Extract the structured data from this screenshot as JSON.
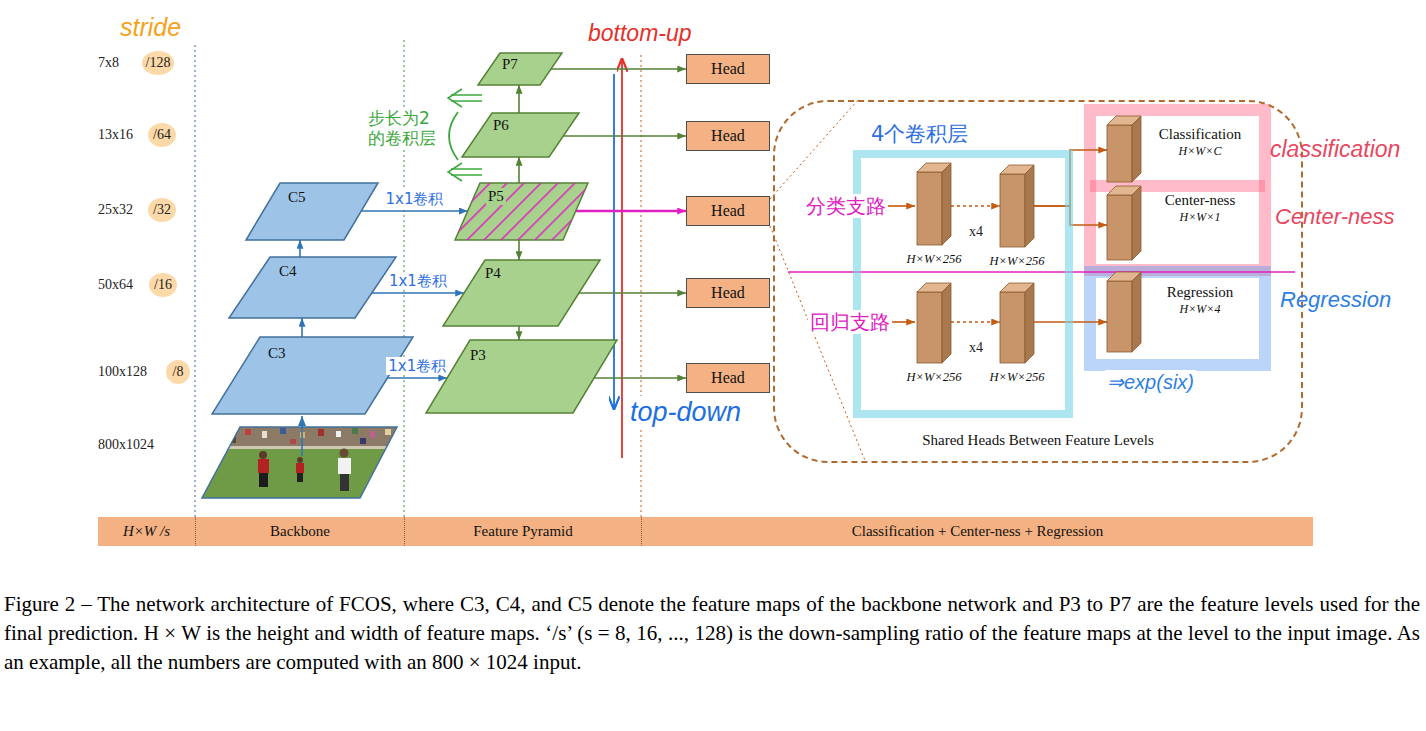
{
  "diagram": {
    "caption": "Figure 2 – The network architecture of FCOS, where C3, C4, and C5 denote the feature maps of the backbone network and P3 to P7 are the feature levels used for the final prediction. H × W is the height and width of feature maps. ‘/s’ (s = 8, 16, ..., 128) is the down-sampling ratio of the feature maps at the level to the input image. As an example, all the numbers are computed with an 800 × 1024 input.",
    "nodes": [
      {
        "text": [
          "C5"
        ]
      },
      {
        "text": [
          "C4"
        ]
      },
      {
        "text": [
          "C3"
        ]
      },
      {
        "text": [
          "P7"
        ]
      },
      {
        "text": [
          "P6"
        ]
      },
      {
        "text": [
          "P5"
        ]
      },
      {
        "text": [
          "P4"
        ]
      },
      {
        "text": [
          "P3"
        ]
      },
      {
        "text": [
          "Head"
        ]
      },
      {
        "text": [
          "Head"
        ]
      },
      {
        "text": [
          "Head"
        ]
      },
      {
        "text": [
          "Head"
        ]
      },
      {
        "text": [
          "Head"
        ]
      },
      {
        "text": [
          "Shared Heads Between Feature Levels"
        ]
      },
      {
        "text": [
          "4个卷积层"
        ],
        "in": 13
      },
      {
        "text": [
          "H×W×256"
        ],
        "in": 14
      },
      {
        "text": [
          "H×W×256"
        ],
        "in": 14
      },
      {
        "text": [
          "H×W×256"
        ],
        "in": 14
      },
      {
        "text": [
          "H×W×256"
        ],
        "in": 14
      },
      {
        "text": [
          "Classification",
          "H×W×C"
        ],
        "in": 13
      },
      {
        "text": [
          "Center-ness",
          "H×W×1"
        ],
        "in": 13
      },
      {
        "text": [
          "Regression",
          "H×W×4"
        ],
        "in": 13
      },
      {
        "text": [
          "H×W /s"
        ]
      },
      {
        "text": [
          "Backbone"
        ]
      },
      {
        "text": [
          "Feature Pyramid"
        ]
      },
      {
        "text": [
          "Classification + Center-ness + Regression"
        ]
      }
    ],
    "edges": [
      {
        "from": 2,
        "to": 1,
        "arrow": "to"
      },
      {
        "from": 1,
        "to": 0,
        "arrow": "to"
      },
      {
        "from": 0,
        "to": 5,
        "label": "1x1卷积",
        "arrow": "to"
      },
      {
        "from": 1,
        "to": 6,
        "label": "1x1卷积",
        "arrow": "to"
      },
      {
        "from": 2,
        "to": 7,
        "label": "1x1卷积",
        "arrow": "to"
      },
      {
        "from": 5,
        "to": 4,
        "arrow": "to"
      },
      {
        "from": 4,
        "to": 3,
        "arrow": "to"
      },
      {
        "from": 5,
        "to": 6,
        "arrow": "to"
      },
      {
        "from": 6,
        "to": 7,
        "arrow": "to"
      },
      {
        "from": 3,
        "to": 8,
        "arrow": "to"
      },
      {
        "from": 4,
        "to": 9,
        "arrow": "to"
      },
      {
        "from": 5,
        "to": 10,
        "arrow": "to"
      },
      {
        "from": 6,
        "to": 11,
        "arrow": "to"
      },
      {
        "from": 7,
        "to": 12,
        "arrow": "to"
      },
      {
        "from": 10,
        "to": 13,
        "arrow": "none"
      },
      {
        "from": 15,
        "to": 16,
        "arrow": "to"
      },
      {
        "from": 16,
        "to": 19,
        "arrow": "to"
      },
      {
        "from": 16,
        "to": 20,
        "arrow": "to"
      },
      {
        "from": 17,
        "to": 18,
        "arrow": "to"
      },
      {
        "from": 18,
        "to": 21,
        "arrow": "to"
      }
    ],
    "labels": [
      "stride",
      "7x8",
      "/128",
      "13x16",
      "/64",
      "25x32",
      "/32",
      "50x64",
      "/16",
      "100x128",
      "/8",
      "800x1024",
      "步长为2的卷积层",
      "bottom-up",
      "top-down",
      "分类支路",
      "回归支路",
      "x4",
      "x4",
      "classification",
      "Center-ness",
      "Regression",
      "⇒exp(six)"
    ]
  }
}
